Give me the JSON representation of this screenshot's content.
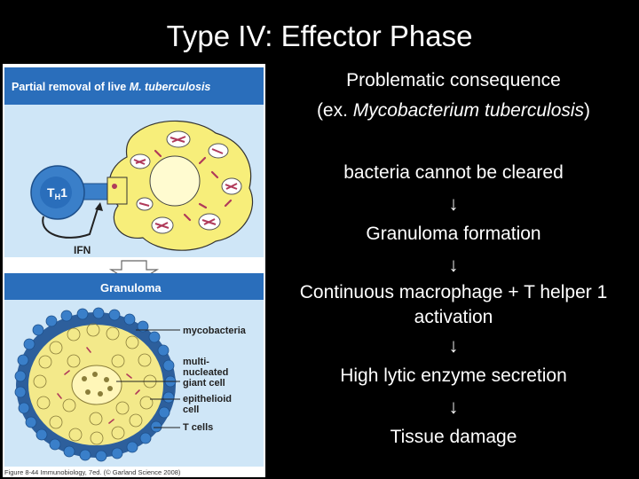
{
  "slide": {
    "title": "Type IV: Effector Phase"
  },
  "figure": {
    "panel1_title_prefix": "Partial removal of live ",
    "panel1_title_italic": "M. tuberculosis",
    "th1_label_main": "T",
    "th1_label_sub": "H",
    "th1_label_num": "1",
    "ifn_label": "IFN",
    "panel2_title": "Granuloma",
    "labels": {
      "mycobacteria": "mycobacteria",
      "giant_cell_line1": "multi-",
      "giant_cell_line2": "nucleated",
      "giant_cell_line3": "giant cell",
      "epithelioid_line1": "epithelioid",
      "epithelioid_line2": "cell",
      "t_cells": "T cells"
    },
    "caption": "Figure 8-44 Immunobiology, 7ed. (© Garland Science 2008)",
    "colors": {
      "header_bar": "#2a6ebb",
      "panel_bg": "#cfe6f7",
      "macrophage": "#f7ee7a",
      "th1_cell": "#3a7fc9",
      "bacteria": "#b03a5a"
    }
  },
  "text": {
    "heading_line1": "Problematic consequence",
    "heading_line2_prefix": "(ex. ",
    "heading_line2_italic": "Mycobacterium tuberculosis",
    "heading_line2_suffix": ")",
    "step1": "bacteria cannot be cleared",
    "step2": "Granuloma formation",
    "step3_line1": "Continuous macrophage + T helper 1",
    "step3_line2": "activation",
    "step4": "High lytic enzyme secretion",
    "step5": "Tissue damage",
    "arrow": "↓"
  }
}
